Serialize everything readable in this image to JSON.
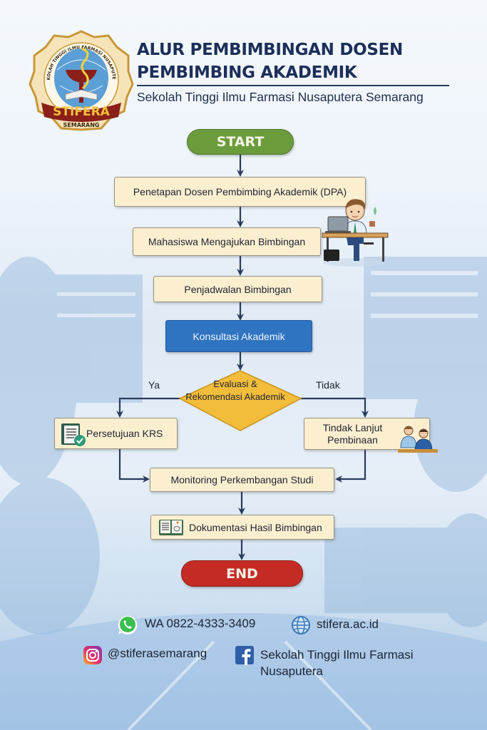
{
  "header": {
    "logo": {
      "ring_text": "SEKOLAH TINGGI ILMU FARMASI NUSAPUTERA",
      "banner_text": "STIFERA",
      "city_text": "SEMARANG"
    },
    "title_line1": "ALUR PEMBIMBINGAN DOSEN",
    "title_line2": "PEMBIMBING AKADEMIK",
    "subtitle": "Sekolah Tinggi Ilmu Farmasi Nusaputera Semarang"
  },
  "flow": {
    "start": "START",
    "steps": [
      "Penetapan Dosen Pembimbing Akademik (DPA)",
      "Mahasiswa Mengajukan Bimbingan",
      "Penjadwalan Bimbingan",
      "Konsultasi Akademik"
    ],
    "decision": {
      "line1": "Evaluasi &",
      "line2": "Rekomendasi Akademik",
      "yes_label": "Ya",
      "no_label": "Tidak"
    },
    "yes_branch": "Persetujuan KRS",
    "no_branch": {
      "line1": "Tindak Lanjut",
      "line2": "Pembinaan"
    },
    "merge_step": "Monitoring Perkembangan Studi",
    "documentation_step": "Dokumentasi Hasil Bimbingan",
    "end": "END"
  },
  "icons": {
    "lecturer_illustration": "lecturer-at-desk-illustration",
    "krs_icon": "document-check-icon",
    "counseling_icon": "counseling-people-icon",
    "documentation_icon": "open-book-icon"
  },
  "contacts": {
    "whatsapp": "WA 0822-4333-3409",
    "website": "stifera.ac.id",
    "instagram": "@stiferasemarang",
    "facebook_line1": "Sekolah Tinggi Ilmu Farmasi",
    "facebook_line2": "Nusaputera"
  },
  "colors": {
    "title": "#1c2f5a",
    "start": "#6a9c3c",
    "end": "#c52b25",
    "process_fill": "#fbefd0",
    "highlight_process": "#2f74c0",
    "decision": "#f3bd3c",
    "arrow": "#2a3b5c"
  }
}
